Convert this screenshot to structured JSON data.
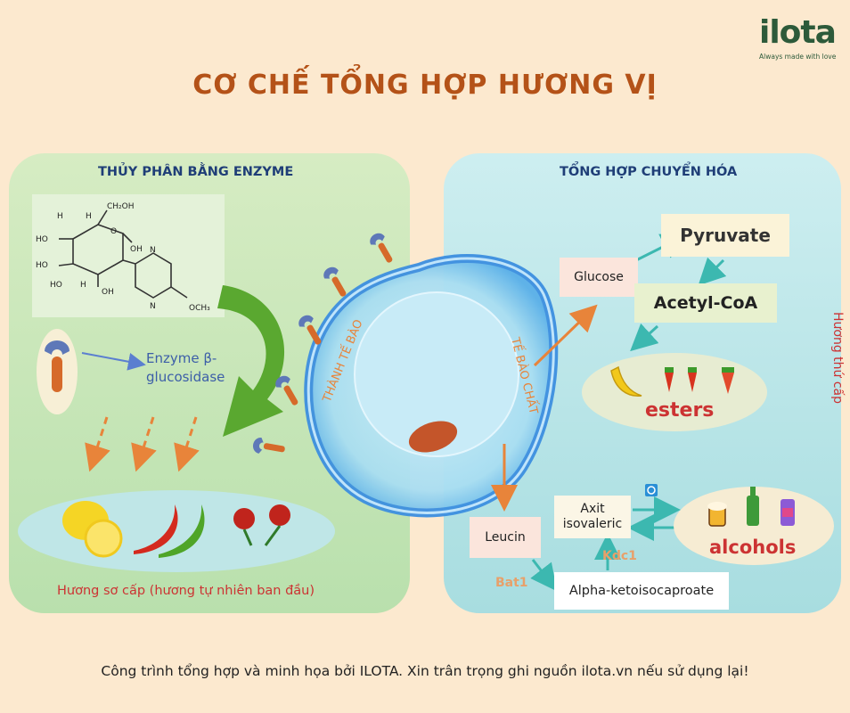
{
  "brand": {
    "name": "ilota",
    "tagline": "Always made with love"
  },
  "title": "CƠ CHẾ TỔNG HỢP HƯƠNG VỊ",
  "left_panel": {
    "heading": "THỦY PHÂN BẰNG ENZYME",
    "molecule_labels": [
      "CH₂OH",
      "HO",
      "HO",
      "HO",
      "OH",
      "OH",
      "N",
      "N",
      "OCH₃",
      "H",
      "H",
      "H",
      "O"
    ],
    "enzyme_label_1": "Enzyme β-",
    "enzyme_label_2": "glucosidase",
    "caption": "Hương sơ cấp (hương tự nhiên ban đầu)"
  },
  "cell": {
    "wall_label": "THÀNH TẾ BÀO",
    "cytoplasm_label": "TẾ BÀO CHẤT"
  },
  "right_panel": {
    "heading": "TỔNG HỢP CHUYỂN HÓA",
    "side_label": "Hương thứ cấp",
    "glucose": "Glucose",
    "pyruvate": "Pyruvate",
    "acetyl": "Acetyl-CoA",
    "esters": "esters",
    "leucin": "Leucin",
    "axit_1": "Axit",
    "axit_2": "isovaleric",
    "alcohols": "alcohols",
    "bat1": "Bat1",
    "kdc1": "Kdc1",
    "alpha": "Alpha-ketoisocaproate"
  },
  "footer": "Công trình tổng hợp và minh họa bởi ILOTA. Xin trân trọng ghi nguồn ilota.vn nếu sử dụng lại!",
  "colors": {
    "title": "#b45218",
    "heading": "#1f3e77",
    "accent_red": "#cc3333",
    "arrow_orange": "#e8843a",
    "arrow_teal": "#3cb8b0"
  }
}
